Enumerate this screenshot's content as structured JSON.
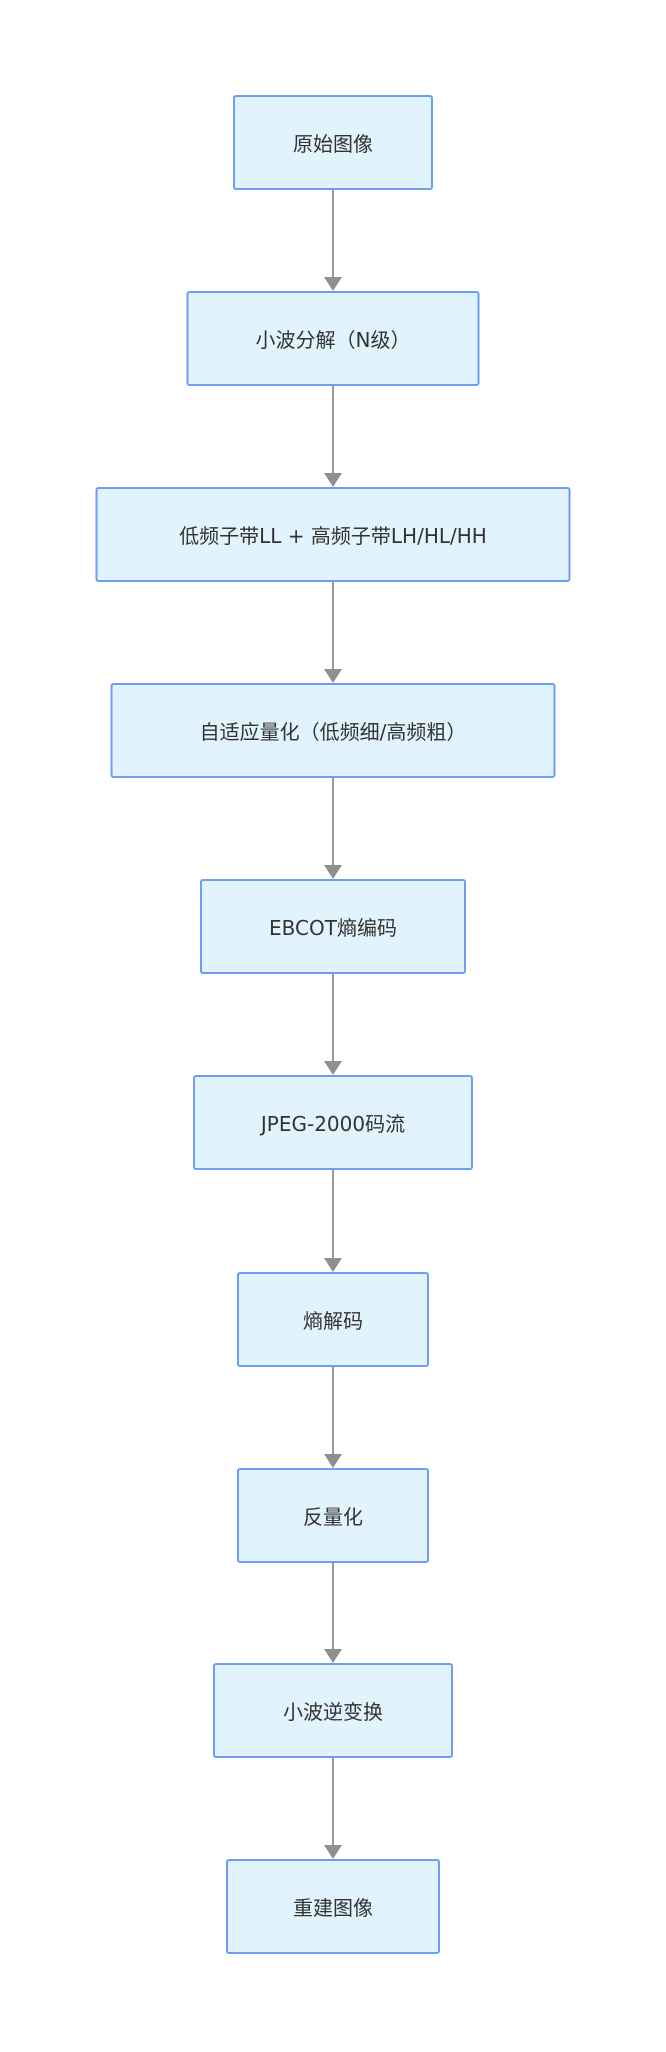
{
  "diagram": {
    "type": "flowchart",
    "direction": "top-down",
    "colors": {
      "background": "#ffffff",
      "node_fill": "#e1f3fd",
      "node_border": "#6d9ef1",
      "text": "#333333",
      "arrow": "#999999",
      "arrow_head": "#8f8f8f"
    },
    "nodes": [
      {
        "id": "original-image",
        "label": "原始图像"
      },
      {
        "id": "wavelet-decomposition",
        "label": "小波分解（N级）"
      },
      {
        "id": "subbands",
        "label": "低频子带LL + 高频子带LH/HL/HH"
      },
      {
        "id": "adaptive-quantization",
        "label": "自适应量化（低频细/高频粗）"
      },
      {
        "id": "ebcot-entropy-coding",
        "label": "EBCOT熵编码"
      },
      {
        "id": "jpeg2000-bitstream",
        "label": "JPEG-2000码流"
      },
      {
        "id": "entropy-decoding",
        "label": "熵解码"
      },
      {
        "id": "dequantization",
        "label": "反量化"
      },
      {
        "id": "inverse-wavelet-transform",
        "label": "小波逆变换"
      },
      {
        "id": "reconstructed-image",
        "label": "重建图像"
      }
    ],
    "edges": [
      {
        "from": "original-image",
        "to": "wavelet-decomposition"
      },
      {
        "from": "wavelet-decomposition",
        "to": "subbands"
      },
      {
        "from": "subbands",
        "to": "adaptive-quantization"
      },
      {
        "from": "adaptive-quantization",
        "to": "ebcot-entropy-coding"
      },
      {
        "from": "ebcot-entropy-coding",
        "to": "jpeg2000-bitstream"
      },
      {
        "from": "jpeg2000-bitstream",
        "to": "entropy-decoding"
      },
      {
        "from": "entropy-decoding",
        "to": "dequantization"
      },
      {
        "from": "dequantization",
        "to": "inverse-wavelet-transform"
      },
      {
        "from": "inverse-wavelet-transform",
        "to": "reconstructed-image"
      }
    ]
  }
}
